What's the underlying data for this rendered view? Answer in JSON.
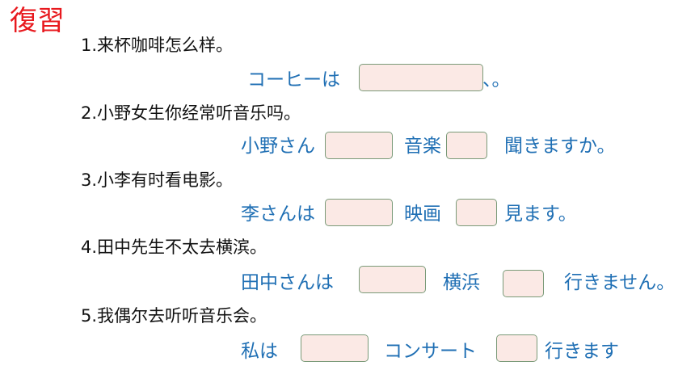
{
  "title": "復習",
  "colors": {
    "title": "#e8191e",
    "question": "#111111",
    "japanese": "#1f6fb4",
    "answer_box_fill": "#fbe9e5",
    "answer_box_border": "#7a9a78"
  },
  "questions": [
    {
      "prompt": "1.来杯咖啡怎么样。",
      "parts": [
        "コーヒーは",
        "、。"
      ]
    },
    {
      "prompt": "2.小野女生你经常听音乐吗。",
      "parts": [
        "小野さん",
        "音楽",
        "聞きますか。"
      ]
    },
    {
      "prompt": "3.小李有时看电影。",
      "parts": [
        "李さんは",
        "映画",
        "見ます。"
      ]
    },
    {
      "prompt": "4.田中先生不太去横滨。",
      "parts": [
        "田中さんは",
        "横浜",
        "行きません。"
      ]
    },
    {
      "prompt": "5.我偶尔去听听音乐会。",
      "parts": [
        "私は",
        "コンサート",
        "行きます"
      ]
    }
  ]
}
